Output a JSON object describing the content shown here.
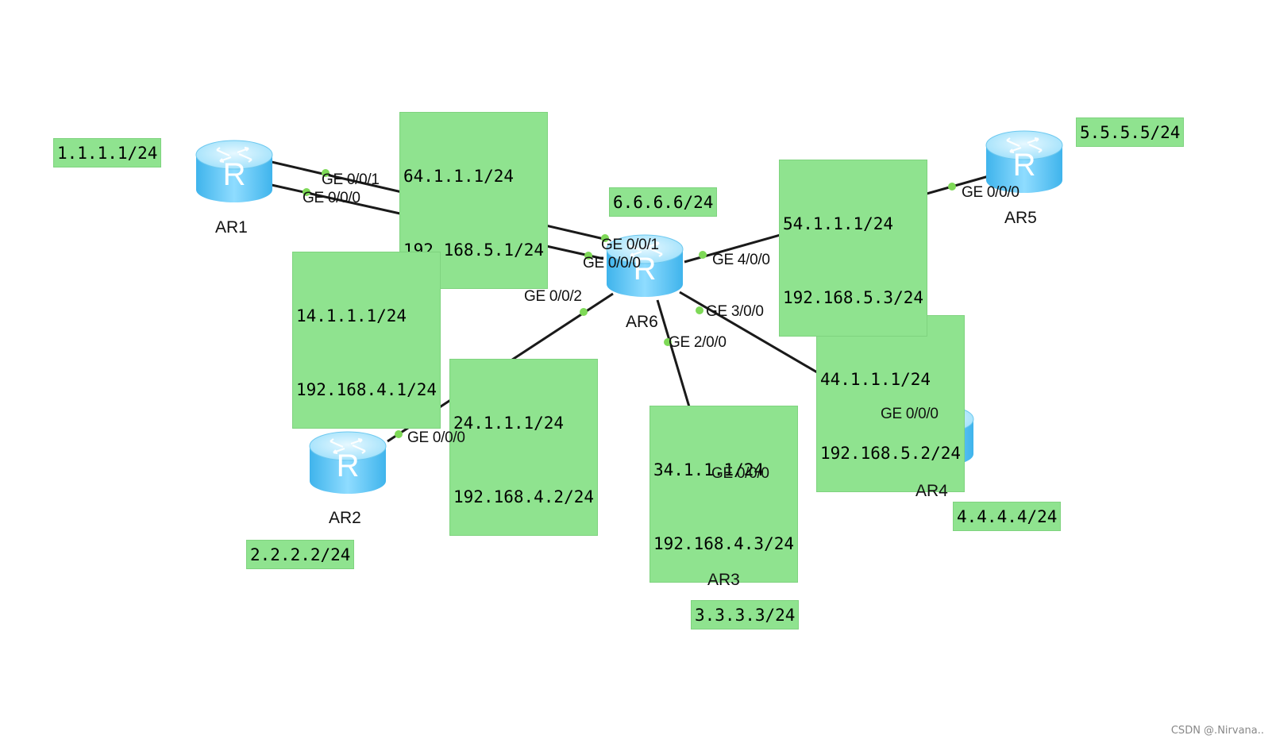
{
  "routers": {
    "ar1": {
      "name": "AR1",
      "ip": "1.1.1.1/24"
    },
    "ar2": {
      "name": "AR2",
      "ip": "2.2.2.2/24"
    },
    "ar3": {
      "name": "AR3",
      "ip": "3.3.3.3/24"
    },
    "ar4": {
      "name": "AR4",
      "ip": "4.4.4.4/24"
    },
    "ar5": {
      "name": "AR5",
      "ip": "5.5.5.5/24"
    },
    "ar6": {
      "name": "AR6",
      "ip": "6.6.6.6/24"
    }
  },
  "links": {
    "ar1_ar6_g1": {
      "ip1": "64.1.1.1/24",
      "ip2": "192.168.5.1/24",
      "port_a": "GE 0/0/1",
      "port_b": "GE 0/0/1"
    },
    "ar1_ar6_g0": {
      "ip1": "14.1.1.1/24",
      "ip2": "192.168.4.1/24",
      "port_a": "GE 0/0/0",
      "port_b": "GE 0/0/0"
    },
    "ar2_ar6": {
      "ip1": "24.1.1.1/24",
      "ip2": "192.168.4.2/24",
      "port_a": "GE 0/0/0",
      "port_b": "GE 0/0/2"
    },
    "ar3_ar6": {
      "ip1": "34.1.1.1/24",
      "ip2": "192.168.4.3/24",
      "port_a": "GE 0/0/0",
      "port_b": "GE 2/0/0"
    },
    "ar4_ar6": {
      "ip1": "44.1.1.1/24",
      "ip2": "192.168.5.2/24",
      "port_a": "GE 0/0/0",
      "port_b": "GE 3/0/0"
    },
    "ar5_ar6": {
      "ip1": "54.1.1.1/24",
      "ip2": "192.168.5.3/24",
      "port_a": "GE 0/0/0",
      "port_b": "GE 4/0/0"
    }
  },
  "colors": {
    "label_bg": "#8fe38f",
    "router_body": "#4fc3f7",
    "router_top": "#b3ecff",
    "link": "#1a1a1a",
    "port_dot": "#7ed957"
  },
  "watermark": "CSDN @.Nirvana.."
}
